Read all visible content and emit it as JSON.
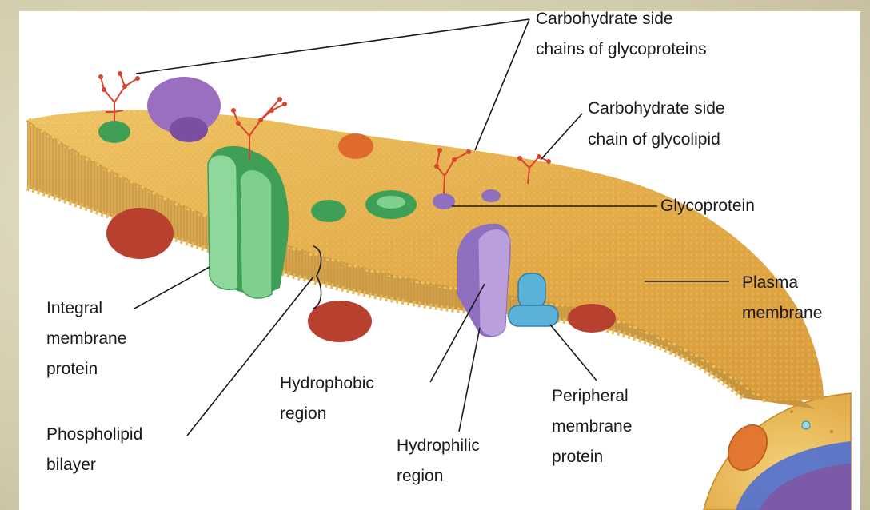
{
  "labels": {
    "glycoprotein_chains": [
      "Carbohydrate side",
      "chains of glycoproteins"
    ],
    "glycolipid_chain": [
      "Carbohydrate side",
      "chain of glycolipid"
    ],
    "glycoprotein": [
      "Glycoprotein"
    ],
    "plasma_membrane": [
      "Plasma",
      "membrane"
    ],
    "integral_protein": [
      "Integral",
      "membrane",
      "protein"
    ],
    "hydrophobic": [
      "Hydrophobic",
      "region"
    ],
    "phospholipid": [
      "Phospholipid",
      "bilayer"
    ],
    "peripheral": [
      "Peripheral",
      "membrane",
      "protein"
    ],
    "hydrophilic": [
      "Hydrophilic",
      "region"
    ]
  },
  "colors": {
    "membrane_top": "#e8b04a",
    "membrane_side": "#d7a347",
    "integral_protein": "#7fcf8f",
    "integral_dark": "#3f9f56",
    "purple_protein": "#9b6fc0",
    "red_protein": "#b8402e",
    "blue_protein": "#5bb2d8",
    "carbohydrate": "#d9442c"
  }
}
